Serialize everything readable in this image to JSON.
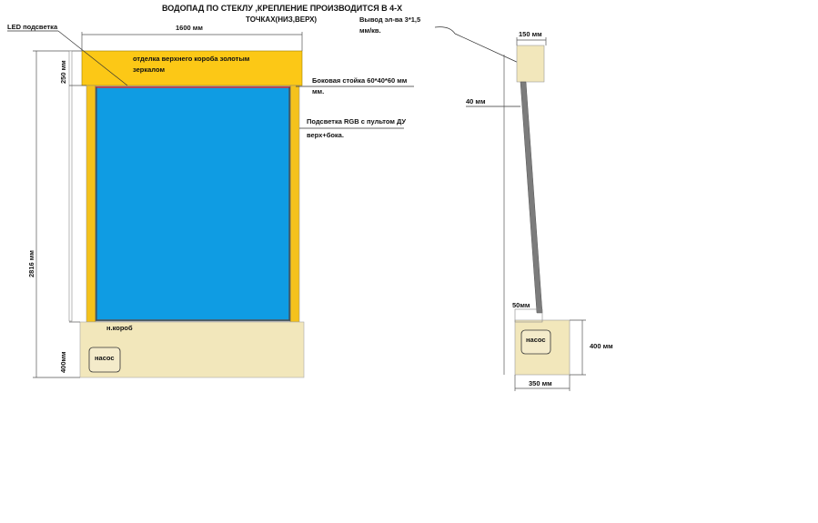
{
  "title": {
    "line1": "ВОДОПАД ПО СТЕКЛУ ,КРЕПЛЕНИЕ ПРОИЗВОДИТСЯ В 4-Х",
    "line2": "ТОЧКАХ(НИЗ,ВЕРХ)"
  },
  "front_view": {
    "led_label": "LED подсветка",
    "width_label": "1600 мм",
    "top_box_label_1": "отделка верхнего короба золотым",
    "top_box_label_2": "зеркалом",
    "top_height_label": "250 мм",
    "side_post_label_1": "Боковая стойка 60*40*60 мм",
    "side_post_label_2": "мм.",
    "rgb_label_1": "Подсветка RGB с пультом ДУ",
    "rgb_label_2": "верх+бока.",
    "total_height_label": "2816 мм",
    "bottom_height_label": "400мм",
    "bottom_box_label": "н.короб",
    "pump_label": "насос"
  },
  "side_view": {
    "power_label_1": "Вывод эл-ва 3*1,5",
    "power_label_2": "мм/кв.",
    "top_width_label": "150 мм",
    "glass_label": "40 мм",
    "offset_label": "50мм",
    "pump_label": "насос",
    "bottom_height_label": "400 мм",
    "bottom_width_label": "350 мм"
  },
  "colors": {
    "top_box": "#fcc816",
    "glass": "#0f9ce3",
    "side_post": "#f4c21c",
    "base_box": "#f2e7bb",
    "pump_fill": "#f4ebca",
    "side_glass": "#7c7c7c",
    "line": "#333333"
  }
}
